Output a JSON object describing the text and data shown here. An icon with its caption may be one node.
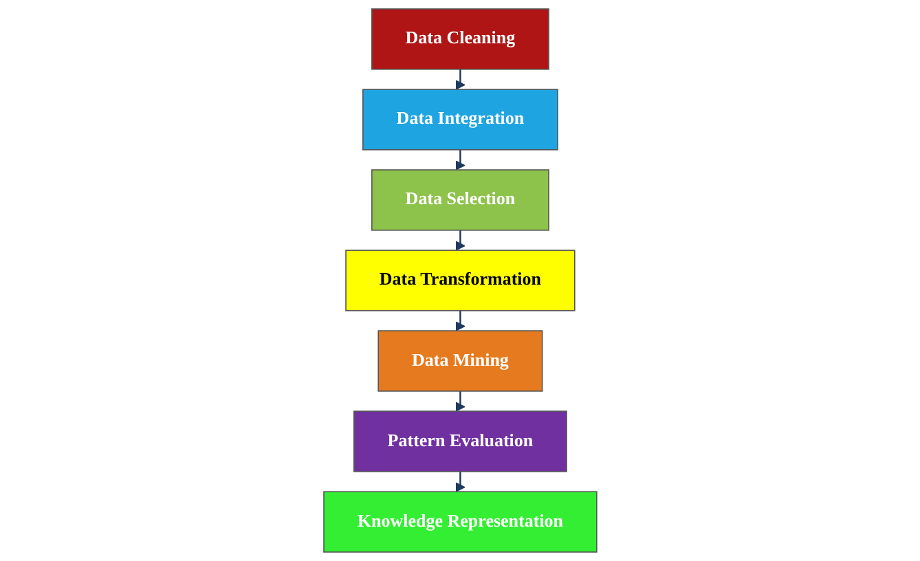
{
  "diagram": {
    "nodes": [
      {
        "text": [
          "Data Cleaning"
        ]
      },
      {
        "text": [
          "Data Integration"
        ]
      },
      {
        "text": [
          "Data Selection"
        ]
      },
      {
        "text": [
          "Data Transformation"
        ]
      },
      {
        "text": [
          "Data Mining"
        ]
      },
      {
        "text": [
          "Pattern Evaluation"
        ]
      },
      {
        "text": [
          "Knowledge Representation"
        ]
      }
    ],
    "edges": [
      {
        "from": 0,
        "to": 1,
        "arrow": "to"
      },
      {
        "from": 1,
        "to": 2,
        "arrow": "to"
      },
      {
        "from": 2,
        "to": 3,
        "arrow": "to"
      },
      {
        "from": 3,
        "to": 4,
        "arrow": "to"
      },
      {
        "from": 4,
        "to": 5,
        "arrow": "to"
      },
      {
        "from": 5,
        "to": 6,
        "arrow": "to"
      }
    ]
  }
}
